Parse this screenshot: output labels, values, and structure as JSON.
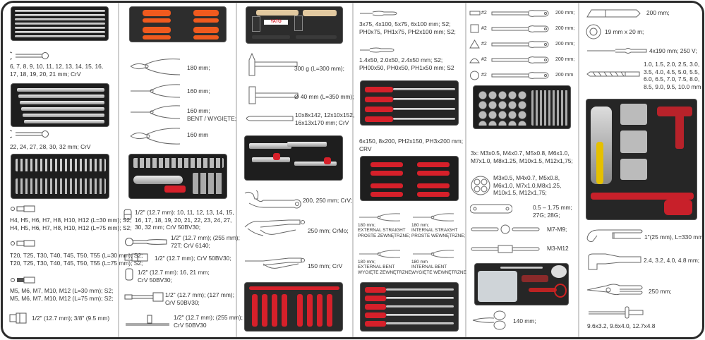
{
  "col1": {
    "wrenches_small": "6, 7, 8, 9, 10, 11, 12, 13, 14, 15, 16,\n17, 18, 19, 20, 21 mm; CrV",
    "wrenches_large": "22, 24, 27, 28, 30, 32 mm; CrV",
    "hex_bits": "H4, H5, H6, H7, H8, H10, H12 (L=30 mm); S2;\nH4, H5, H6, H7, H8, H10, H12 (L=75 mm); S2;",
    "torx_bits": "T20, T25, T30, T40, T45, T50, T55 (L=30 mm); S2;\nT20, T25, T30, T40, T45, T50, T55 (L=75 mm); S2;",
    "spline_bits": "M5, M6, M7, M10, M12 (L=30 mm); S2;\nM5, M6, M7, M10, M12 (L=75 mm); S2;",
    "adapter": "1/2\" (12.7 mm); 3/8\" (9.5 mm)"
  },
  "col2": {
    "pliers1": "180 mm;",
    "pliers2": "160 mm;",
    "pliers3": "160 mm;\nBENT / WYGIĘTE;",
    "pliers4": "160 mm",
    "sockets": "1/2\" (12.7 mm): 10, 11, 12, 13, 14, 15,\n16, 17, 18, 19, 20, 21, 22, 23, 24, 27,\n30, 32 mm; CrV 50BV30;",
    "ratchet": "1/2\" (12.7 mm); (255 mm);\n72T; CrV 6140;",
    "ujoint": "1/2\" (12.7 mm); CrV 50BV30;",
    "spark_sockets": "1/2\" (12.7 mm): 16, 21 mm;\nCrV 50BV30;",
    "extension": "1/2\" (12.7 mm); (127 mm);\nCrV 50BV30;",
    "tbar": "1/2\" (12.7 mm); (255 mm);\nCrV 50BV30"
  },
  "col3": {
    "hammer": "300 g (L=300 mm);",
    "mallet": "Ø 40 mm (L=350 mm);",
    "chisels": "10x8x142, 12x10x152,\n16x13x170 mm; CrV",
    "adjustable_wrench": "200, 250 mm; CrV;",
    "locking_pliers_1": "250 mm; CrMo;",
    "locking_pliers_2": "150 mm; CrV",
    "brand_logo": "YATO"
  },
  "col4": {
    "screwdrivers_1": "3x75, 4x100, 5x75, 6x100 mm; S2;\nPH0x75, PH1x75, PH2x100 mm; S2;",
    "screwdrivers_2": "1.4x50, 2.0x50, 2.4x50 mm; S2;\nPH00x50, PH0x50, PH1x50 mm; S2",
    "screwdrivers_3": "6x150, 8x200, PH2x150, PH3x200 mm;\nCRV",
    "circlip_1": "180 mm;\nEXTERNAL STRAIGHT\nPROSTE ZEWNĘTRZNE;",
    "circlip_2": "180 mm;\nINTERNAL STRAIGHT\nPROSTE WEWNĘTRZNE;",
    "circlip_3": "180 mm;\nEXTERNAL BENT\nWYGIĘTE ZEWNĘTRZNE;",
    "circlip_4": "180 mm\nINTERNAL BENT\nWYGIĘTE WEWNĘTRZNE"
  },
  "col5": {
    "files": [
      {
        "shape": "flat",
        "grade": "#2",
        "length": "200 mm;"
      },
      {
        "shape": "square",
        "grade": "#2",
        "length": "200 mm;"
      },
      {
        "shape": "triangle",
        "grade": "#2",
        "length": "200 mm;"
      },
      {
        "shape": "half-round",
        "grade": "#2",
        "length": "200 mm;"
      },
      {
        "shape": "round",
        "grade": "#2",
        "length": "200 mm"
      }
    ],
    "taps": "3x: M3x0.5, M4x0.7, M5x0.8, M6x1.0,\nM7x1.0, M8x1.25, M10x1.5, M12x1,75;",
    "dies": "M3x0.5, M4x0.7, M5x0.8,\nM6x1.0,  M7x1.0,M8x1.25,\nM10x1.5, M12x1,75;",
    "pitch_gauge": "0.5 – 1.75 mm;\n27G; 28G;",
    "die_holder": "M7-M9;",
    "tap_wrench": "M3-M12",
    "scissors": "140 mm;"
  },
  "col6": {
    "knife": "200 mm;",
    "tape": "19 mm x 20 m;",
    "tester": "4x190 mm; 250 V;",
    "drills": "1.0, 1.5, 2.0, 2.5, 3.0,\n3.5, 4.0, 4.5, 5.0, 5.5,\n6.0, 6.5, 7.0, 7.5, 8.0,\n8.5, 9.0, 9.5, 10.0 mm",
    "pipe_wrench": "1\"(25 mm), L=330 mm;",
    "rivet_gun": "2.4, 3.2, 4.0, 4.8 mm;",
    "tin_snips": "250 mm;",
    "rivets": "9.6x3.2, 9.6x4.0, 12.7x4.8"
  },
  "colors": {
    "tray": "#1e1e1e",
    "accent_red": "#d6202a",
    "accent_orange": "#f05a1e",
    "frame": "#2b2b2b"
  }
}
